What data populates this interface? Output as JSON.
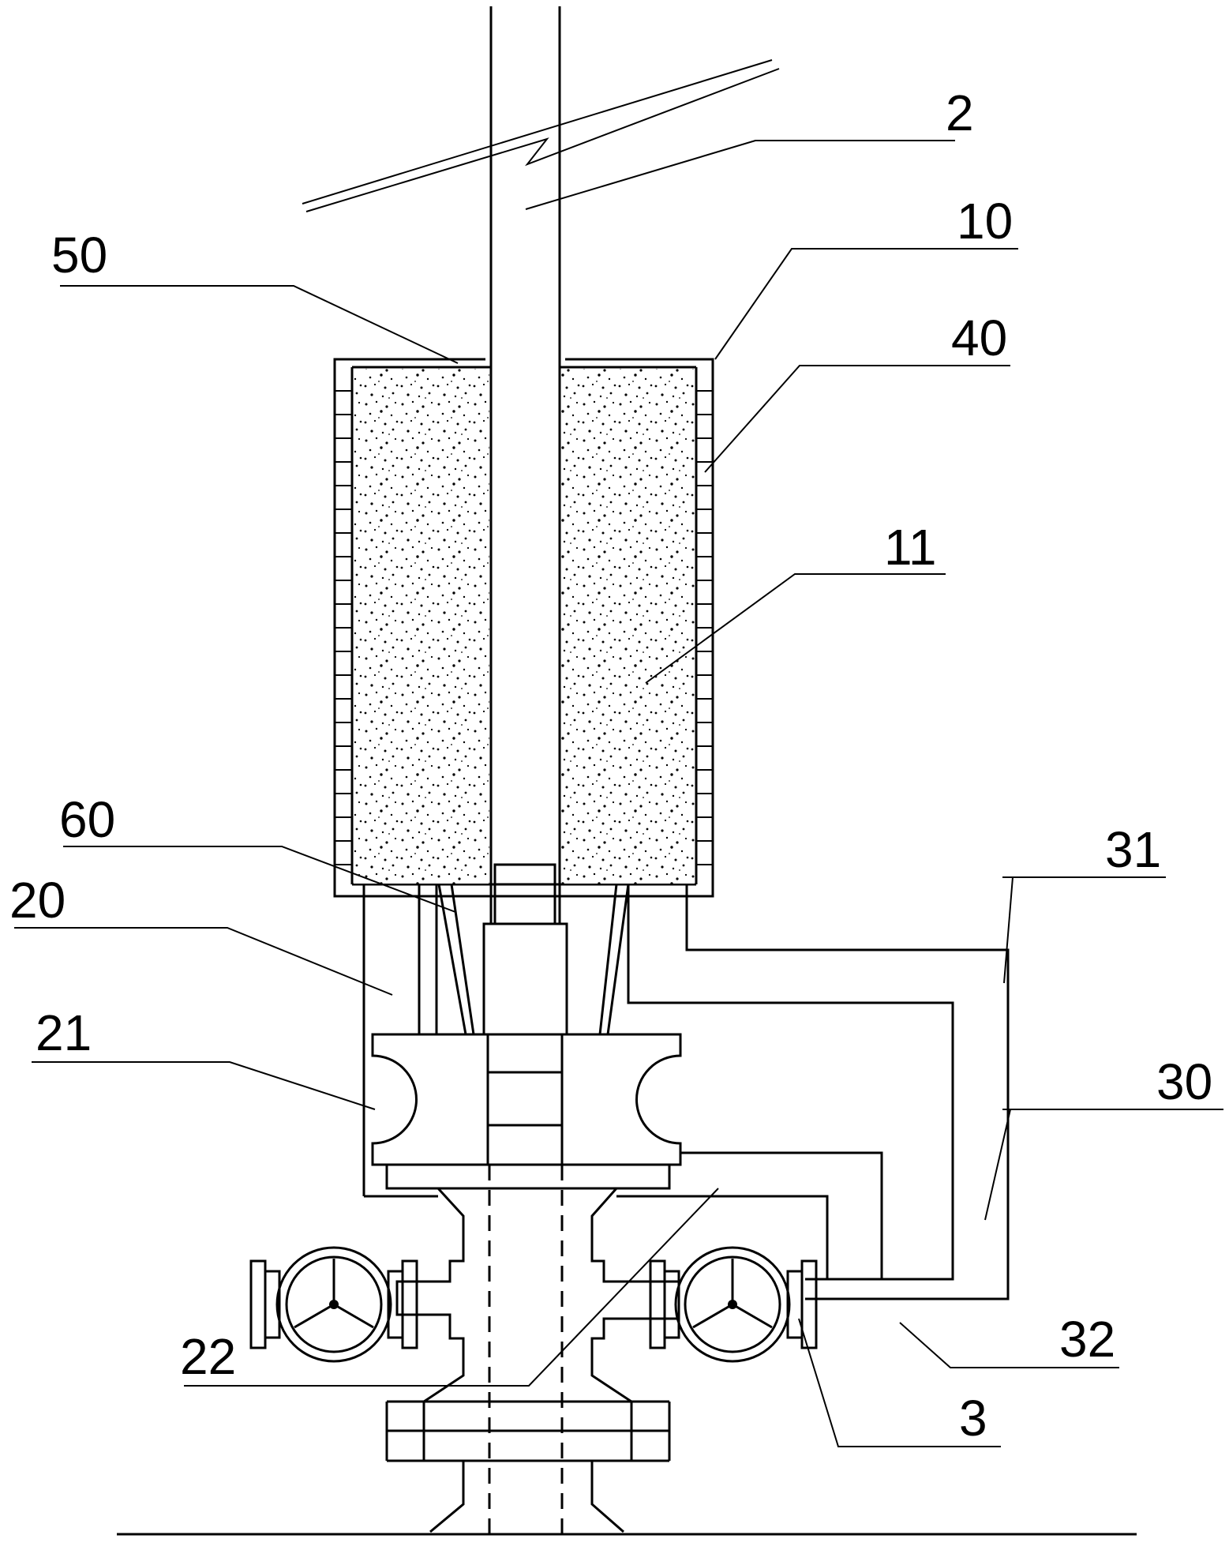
{
  "labels": {
    "l2": "2",
    "l10": "10",
    "l50": "50",
    "l40": "40",
    "l11": "11",
    "l60": "60",
    "l20": "20",
    "l21": "21",
    "l31": "31",
    "l30": "30",
    "l22": "22",
    "l32": "32",
    "l3": "3"
  }
}
